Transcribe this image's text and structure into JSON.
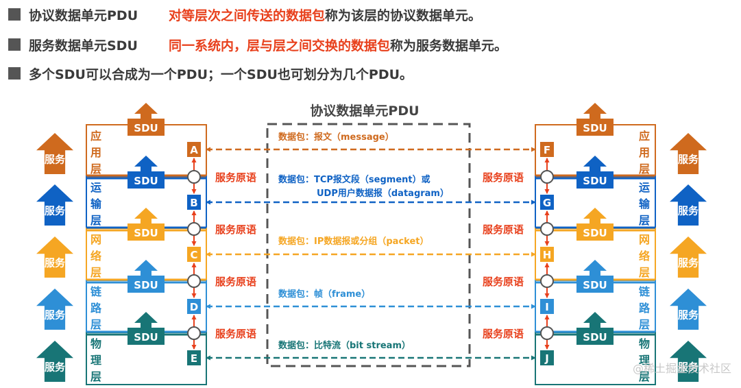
{
  "bullets": [
    {
      "term": "协议数据单元PDU",
      "highlight": "对等层次之间传送的数据包",
      "rest": "称为该层的协议数据单元。"
    },
    {
      "term": "服务数据单元SDU",
      "highlight": "同一系统内，层与层之间交换的数据包",
      "rest": "称为服务数据单元。"
    },
    {
      "term": "",
      "highlight": "",
      "rest": "多个SDU可以合成为一个PDU；一个SDU也可划分为几个PDU。"
    }
  ],
  "diagram": {
    "center_title": "协议数据单元PDU",
    "sdu_label": "SDU",
    "service_label": "服务",
    "primitive_label": "服务原语",
    "layers": [
      {
        "name": "应用层",
        "color": "#cf6a1e",
        "left_point": "A",
        "right_point": "F",
        "packet": [
          "数据包：报文（message）"
        ]
      },
      {
        "name": "运输层",
        "color": "#0f62c4",
        "left_point": "B",
        "right_point": "G",
        "packet": [
          "数据包：TCP报文段（segment）或",
          "UDP用户数据报（datagram）"
        ]
      },
      {
        "name": "网络层",
        "color": "#f5a623",
        "left_point": "C",
        "right_point": "H",
        "packet": [
          "数据包：IP数据报或分组（packet）"
        ]
      },
      {
        "name": "链路层",
        "color": "#2e8fd6",
        "left_point": "D",
        "right_point": "I",
        "packet": [
          "数据包：帧（frame）"
        ]
      },
      {
        "name": "物理层",
        "color": "#187576",
        "left_point": "E",
        "right_point": "J",
        "packet": [
          "数据包：比特流（bit stream）"
        ]
      }
    ]
  },
  "watermark": "@稀土掘金技术社区"
}
